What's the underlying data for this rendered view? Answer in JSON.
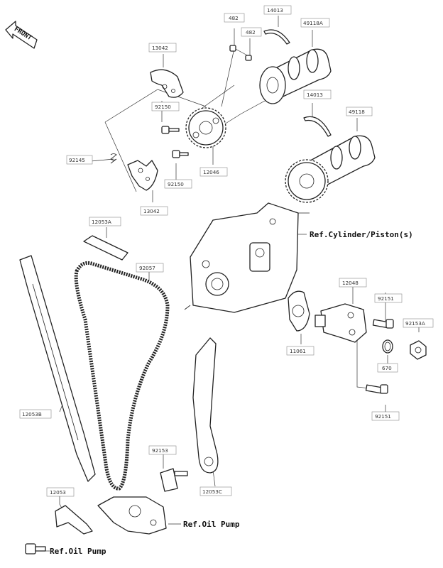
{
  "front_label": "FRONT",
  "part_labels": {
    "p12046": "12046",
    "p13042a": "13042",
    "p13042b": "13042",
    "p92150a": "92150",
    "p92150b": "92150",
    "p92145": "92145",
    "p482a": "482",
    "p482b": "482",
    "p14013a": "14013",
    "p14013b": "14013",
    "p49118A": "49118A",
    "p49118": "49118",
    "p12053A": "12053A",
    "p92057": "92057",
    "p11061": "11061",
    "p12048": "12048",
    "p92151a": "92151",
    "p92151b": "92151",
    "p92153A": "92153A",
    "p670": "670",
    "p12053B": "12053B",
    "p92153": "92153",
    "p12053C": "12053C",
    "p12053": "12053"
  },
  "references": {
    "cylinder": "Ref.Cylinder/Piston(s)",
    "oil_pump_1": "Ref.Oil Pump",
    "oil_pump_2": "Ref.Oil Pump"
  }
}
